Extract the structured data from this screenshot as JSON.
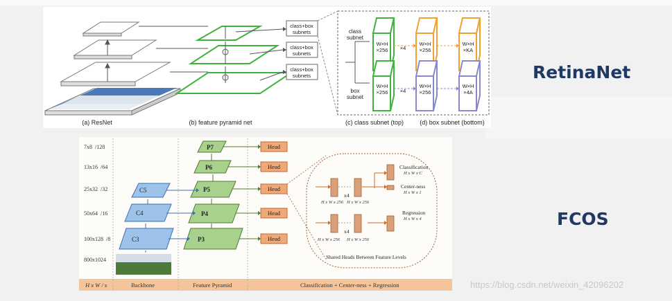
{
  "titles": {
    "retinanet": "RetinaNet",
    "fcos": "FCOS"
  },
  "watermark": "https://blog.csdn.net/weixin_42096202",
  "retinanet": {
    "captions": {
      "resnet": "(a) ResNet",
      "fpn": "(b) feature pyramid net",
      "class_subnet": "(c) class subnet (top)",
      "box_subnet": "(d) box subnet (bottom)"
    },
    "subnets_box": [
      "class+box",
      "subnets"
    ],
    "class_subnet_label": [
      "class",
      "subnet"
    ],
    "box_subnet_label": [
      "box",
      "subnet"
    ],
    "wxh": "W×H",
    "x256": "×256",
    "xka": "×KA",
    "x4a": "×4A",
    "times4": "×4"
  },
  "fcos": {
    "sizes": [
      "7x8  /128",
      "13x16  /64",
      "25x32  /32",
      "50x64  /16",
      "100x128  /8",
      "800x1024"
    ],
    "backbone_layers": [
      "C5",
      "C4",
      "C3"
    ],
    "pyramid_layers": [
      "P7",
      "P6",
      "P5",
      "P4",
      "P3"
    ],
    "head": "Head",
    "footer": [
      "H x W  / s",
      "Backbone",
      "Feature Pyramid",
      "Classification + Center-ness + Regression"
    ],
    "shared_heads": "Shared Heads Between Feature Levels",
    "classification": "Classification",
    "classification_dim": "H x W x C",
    "centerness": "Center-ness",
    "centerness_dim": "H x W x 1",
    "regression": "Regression",
    "regression_dim": "H x W x 4",
    "hw256": "H x W x 256",
    "x4": "x4"
  }
}
